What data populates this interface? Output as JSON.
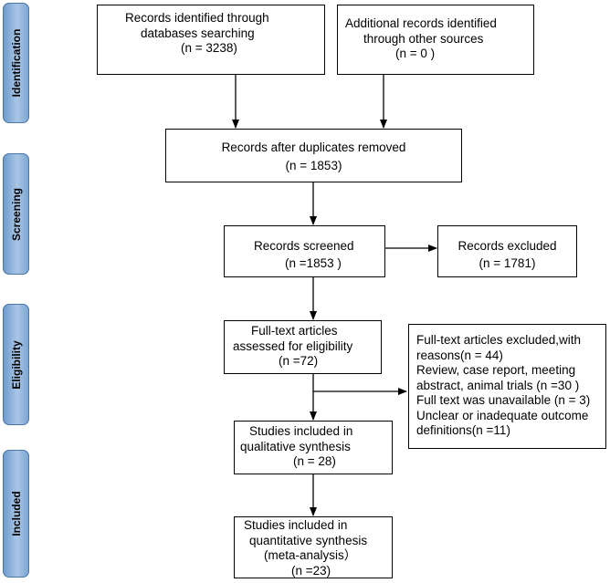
{
  "phases": {
    "identification": "Identification",
    "screening": "Screening",
    "eligibility": "Eligibility",
    "included": "Included"
  },
  "boxes": {
    "databases": [
      "Records identified through",
      "databases searching",
      "(n = 3238)"
    ],
    "other_sources": [
      "Additional records identified",
      "through other sources",
      "(n = 0 )"
    ],
    "duplicates_removed": [
      "Records after duplicates removed",
      "(n = 1853)"
    ],
    "screened": [
      "Records screened",
      "(n =1853 )"
    ],
    "excluded": [
      "Records excluded",
      "(n = 1781)"
    ],
    "fulltext_assessed": [
      "Full-text articles",
      "assessed for eligibility",
      "(n =72)"
    ],
    "fulltext_excluded": [
      "Full-text articles excluded,with",
      "reasons(n = 44)",
      "Review, case report, meeting",
      "abstract, animal trials (n =30 )",
      "Full text was unavailable (n = 3)",
      "Unclear or inadequate outcome",
      "definitions(n =11)"
    ],
    "qualitative": [
      "Studies included in",
      "qualitative synthesis",
      "(n = 28)"
    ],
    "quantitative": [
      "Studies included in",
      "quantitative synthesis",
      "(meta-analysis）",
      "(n =23)"
    ]
  },
  "colors": {
    "phase_fill": "#a9c6e6",
    "phase_border": "#4a76a8",
    "line": "#000000"
  }
}
